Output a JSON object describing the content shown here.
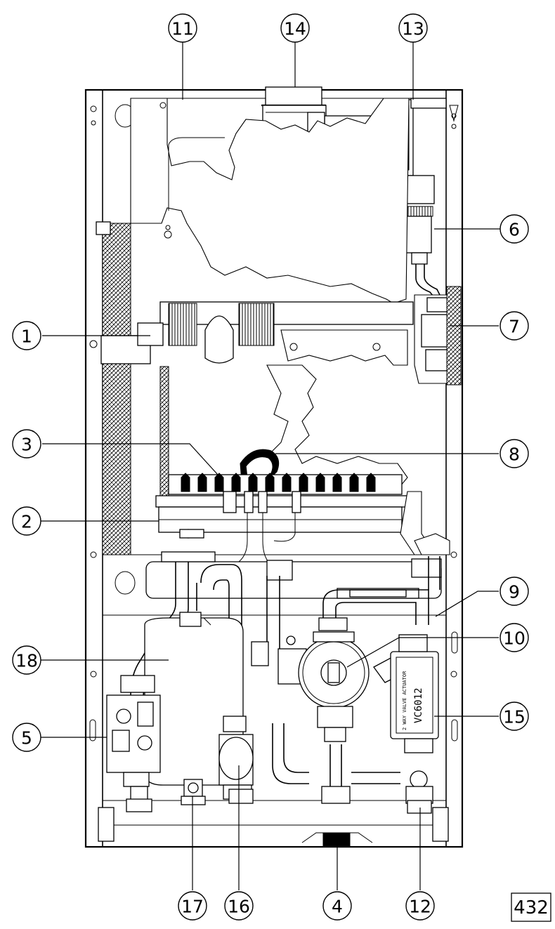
{
  "callouts": [
    {
      "id": "11",
      "label": "11"
    },
    {
      "id": "14",
      "label": "14"
    },
    {
      "id": "13",
      "label": "13"
    },
    {
      "id": "6",
      "label": "6"
    },
    {
      "id": "7",
      "label": "7"
    },
    {
      "id": "1",
      "label": "1"
    },
    {
      "id": "3",
      "label": "3"
    },
    {
      "id": "8",
      "label": "8"
    },
    {
      "id": "2",
      "label": "2"
    },
    {
      "id": "9",
      "label": "9"
    },
    {
      "id": "10",
      "label": "10"
    },
    {
      "id": "18",
      "label": "18"
    },
    {
      "id": "15",
      "label": "15"
    },
    {
      "id": "5",
      "label": "5"
    },
    {
      "id": "17",
      "label": "17"
    },
    {
      "id": "16",
      "label": "16"
    },
    {
      "id": "4",
      "label": "4"
    },
    {
      "id": "12",
      "label": "12"
    }
  ],
  "figure_ref": "432",
  "valve_marking": "VC6012",
  "valve_small_text": "2 WAY VALVE ACTUATOR"
}
